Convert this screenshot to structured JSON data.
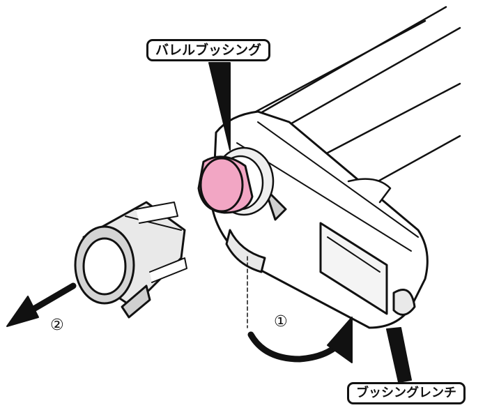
{
  "callouts": {
    "barrel_bushing": "バレルブッシング",
    "bushing_wrench": "ブッシングレンチ"
  },
  "steps": {
    "step1": "①",
    "step2": "②"
  },
  "colors": {
    "line": "#111111",
    "bushing_fill": "#f2a6c4",
    "part_gray": "#cfcfcf",
    "part_light": "#e9e9e9"
  }
}
